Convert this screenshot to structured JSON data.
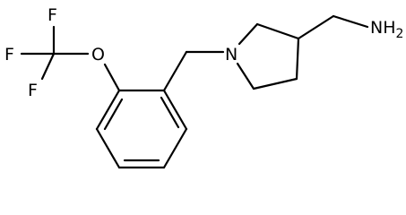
{
  "molecule": {
    "atom_labels": {
      "f_top": "F",
      "f_left": "F",
      "f_bottom": "F",
      "oxygen": "O",
      "nitrogen": "N",
      "amine": "NH",
      "amine_subscript": "2"
    },
    "colors": {
      "bond": "#000000",
      "text": "#000000",
      "background": "#ffffff"
    }
  }
}
